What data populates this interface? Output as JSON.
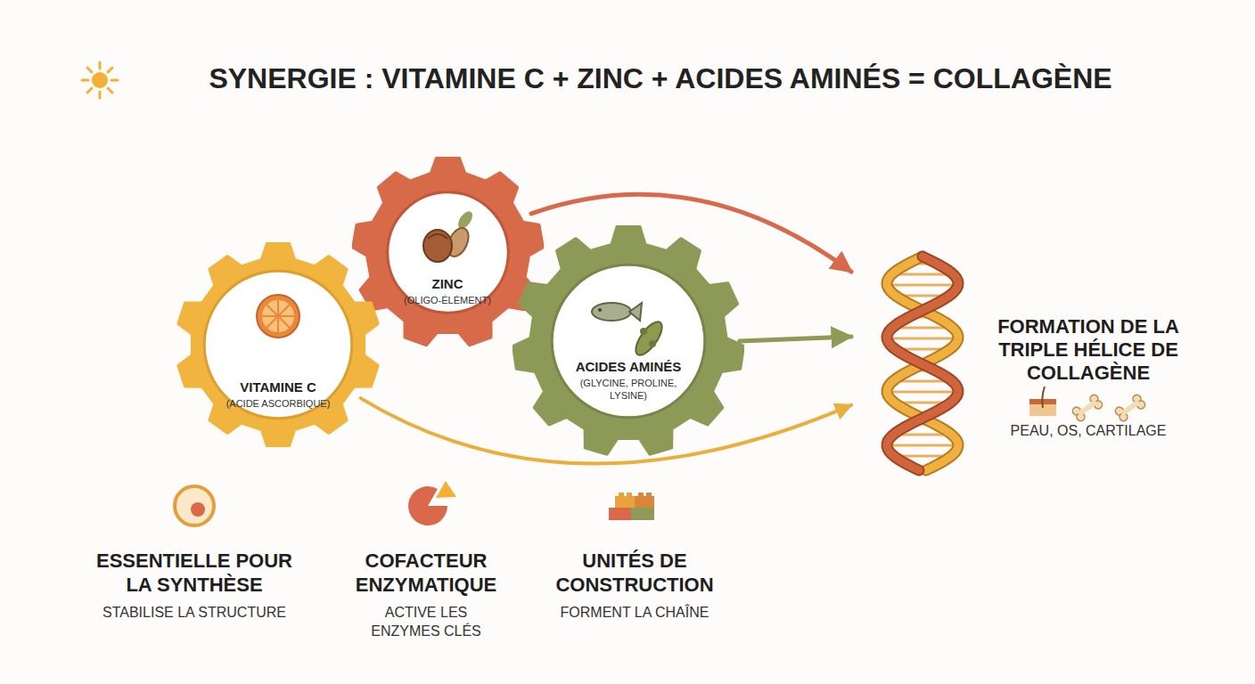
{
  "diagram": {
    "title": "SYNERGIE : VITAMINE C + ZINC + ACIDES AMINÉS = COLLAGÈNE",
    "nodes": [
      {
        "text": [
          "VITAMINE C",
          "(ACIDE ASCORBIQUE)"
        ]
      },
      {
        "text": [
          "ZINC",
          "(OLIGO-ÉLÉMENT)"
        ]
      },
      {
        "text": [
          "ACIDES AMINÉS",
          "(GLYCINE, PROLINE, LYSINE)"
        ]
      },
      {
        "text": [
          "FORMATION DE LA TRIPLE HÉLICE DE COLLAGÈNE",
          "PEAU, OS, CARTILAGE"
        ]
      }
    ],
    "edges": [
      {
        "from": 1,
        "to": 3,
        "arrow": "to"
      },
      {
        "from": 2,
        "to": 3,
        "arrow": "to"
      },
      {
        "from": 0,
        "to": 3,
        "arrow": "to"
      }
    ],
    "labels": [
      "ESSENTIELLE POUR LA SYNTHÈSE",
      "STABILISE LA STRUCTURE",
      "COFACTEUR ENZYMATIQUE",
      "ACTIVE LES ENZYMES CLÉS",
      "UNITÉS DE CONSTRUCTION",
      "FORMENT LA CHAÎNE"
    ]
  }
}
